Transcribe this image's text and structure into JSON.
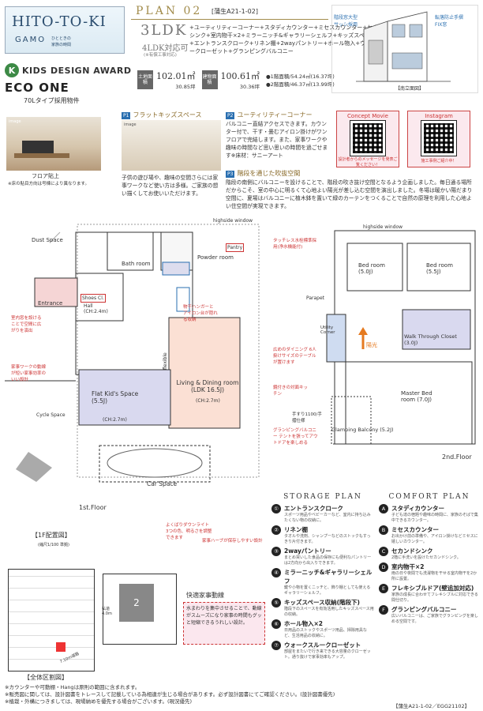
{
  "brand": {
    "title": "HITO-TO-KI",
    "subtitle": "GAMO",
    "tag1": "ひとときの",
    "tag2": "家族の時間"
  },
  "award": {
    "label": "KIDS DESIGN AWARD",
    "badge": "K"
  },
  "ecoone": {
    "title": "ECO ONE",
    "sub": "70Lタイプ採用物件"
  },
  "plan": {
    "title": "PLAN 02",
    "code": "[蒲生A21-1-02]",
    "ldk": "3LDK",
    "ldk_alt": "4LDK対応可",
    "ldk_note": "(※有償工事対応)"
  },
  "features": "+ユーティリティーコーナー+スタディカウンター+ミセスカウンター+セカンドシンク+室内物干×2+ミラーニッチ&ギャラリーシェルフ+キッズスペース収納+エントランスクローク+リネン棚+2wayパントリー+ホール物入+ウォークスルークローゼット+グランピングバルコニー",
  "areas": {
    "land_label": "土地面積",
    "land_m2": "102.01㎡",
    "land_tsubo": "30.85坪",
    "bldg_label": "建物面積",
    "bldg_m2": "100.61㎡",
    "bldg_tsubo": "30.36坪",
    "f1": "●1階面積/54.24㎡(16.37坪)",
    "f2": "●2階面積/46.37㎡(13.99坪)"
  },
  "facade": {
    "caption": "【南立面図】",
    "note1": "階段窓大型サッシ採用",
    "note2": "転落防止手摺 FIX窓"
  },
  "image_label": "image",
  "floor_photo": {
    "caption": "フロア貼上",
    "note": "※床の貼目方向は号棟により異なります。"
  },
  "p1": {
    "badge": "P1",
    "title": "フラットキッズスペース",
    "text": "子供の遊び場や、趣味の空間さらには家事ワークなど使い方は多様。ご家族の想い描くしてお使いいただけます。"
  },
  "p2": {
    "badge": "P2",
    "title": "ユーティリティーコーナー",
    "text": "バルコニー直結アクセスできます。カウンター付で、干す・畳むアイロン掛けがワンフロアで完結します。また、家事ワークや趣味の時間など思い思いの時間を過ごせます※床材：サニーアート"
  },
  "p3": {
    "badge": "P3",
    "title": "階段を通じた吹抜空間",
    "text": "階段の南側にバルコニーを設けることで、階段の吹き抜け空間となるよう企画しました。毎日通る場所だからこそ、室の中心に明るくて心地よい陽光が差し込む空間を演出しました。冬場は暖かい陽だまり空間に、夏場はバルコニーに植木鉢を置いて緑のカーテンをつくることで自然の原理を利用した心地よい住空間が実現できます。"
  },
  "concept": {
    "title": "Concept Movie",
    "text": "設計者からのメッセージを発表ご覧ください！"
  },
  "instagram": {
    "title": "Instagram",
    "text": "施工事例ご紹介中！"
  },
  "floor1": {
    "label": "1st.Floor",
    "rooms": {
      "dust": "Dust Space",
      "bath": "Bath room",
      "powder": "Powder room",
      "pantry": "Pantry",
      "entrance": "Entrance",
      "hall": "Hall (CH:2.4m)",
      "ldk": "Living & Dining room (LDK 16.5J)",
      "ldk_ch": "(CH:2.7m)",
      "kids": "Flat Kid's Space (5.5J)",
      "kids_ch": "(CH:2.7m)",
      "car": "Car Space",
      "cycle": "Cycle Space",
      "shoes": "Shoes Cl."
    },
    "notes": [
      "タッチレス水栓標準採用(浄水機能付)",
      "室内窓を設けることで空間に広がりを演出",
      "広めのダイニング 6人掛けサイズのテーブルが置けます",
      "鏡付きの対面キッチン",
      "家事ワークの動線が短い家事効率のいい設計",
      "よくばりダウンライト 3つの色、明るさを調整できます",
      "物干ハンガーとアイロン台が隠れる収納",
      "家事ハーブが保存しやすい設計"
    ],
    "highside": "highside window",
    "flexible": "flexible"
  },
  "floor2": {
    "label": "2nd.Floor",
    "rooms": {
      "bed1": "Bed room (5.0J)",
      "bed2": "Bed room (5.5J)",
      "master": "Master Bed room (7.0J)",
      "wic": "Walk Through Closet (3.0J)",
      "balcony": "Glamping Balcony (5.2J)",
      "parapet": "Parapet",
      "utility": "Utility Corner"
    },
    "highside": "highside window",
    "notes": [
      "グランピングバルコニー テントを張ってアウトドアを楽しめる",
      "手すり1100/手摺仕様"
    ],
    "sun": "陽光"
  },
  "storage": {
    "title": "STORAGE PLAN",
    "items": [
      {
        "n": "①",
        "name": "エントランスクローク",
        "desc": "スポーツ用品やベビーカーなど、室内に持ち込みたくない物の収納に。"
      },
      {
        "n": "②",
        "name": "リネン棚",
        "desc": "タオルや洗剤、シャンプーなどのストックもすっきり片付きます。"
      },
      {
        "n": "③",
        "name": "2wayパントリー",
        "desc": "まとめ買いした食品の保存にも便利なパントリーは2方向から出入りできます。"
      },
      {
        "n": "④",
        "name": "ミラーニッチ&ギャラリーシェルフ",
        "desc": "鍵や小物を置くニッチと、飾り棚としても使えるギャラリーシェルフ。"
      },
      {
        "n": "⑤",
        "name": "キッズスペース収納(階段下)",
        "desc": "階段下のスペースを有効活用したキッズスペース用の収納。"
      },
      {
        "n": "⑥",
        "name": "ホール物入×2",
        "desc": "日用品のストックやスポーツ用品、掃除用具など、生活用品の収納に。"
      },
      {
        "n": "⑦",
        "name": "ウォークスルークローゼット",
        "desc": "部屋をまたいで行き来できる大容量のクローゼット。通り抜けで家事効率もアップ。"
      }
    ]
  },
  "comfort": {
    "title": "COMFORT PLAN",
    "items": [
      {
        "n": "A",
        "name": "スタディカウンター",
        "desc": "子ども達の宿題や趣味の時間に、家族のそばで集中できるカウンター。"
      },
      {
        "n": "B",
        "name": "ミセスカウンター",
        "desc": "お出かけ前の準備や、アイロン掛けなどミセスに嬉しいカウンター。"
      },
      {
        "n": "C",
        "name": "セカンドシンク",
        "desc": "2階に手洗いを設けたセカンドシンク。"
      },
      {
        "n": "D",
        "name": "室内物干×2",
        "desc": "雨の日や夜間でも洗濯物を干せる室内物干を2か所に設置。"
      },
      {
        "n": "E",
        "name": "フレキシブルドア(壁追加対応)",
        "desc": "家族の成長に合わせてフレキシブルに対応できる間仕切り。"
      },
      {
        "n": "F",
        "name": "グランピングバルコニー",
        "desc": "広いバルコニーは、ご家族でグランピングを楽しめる空間です。"
      }
    ]
  },
  "chart_note": {
    "title": "快適家事動線",
    "text": "水まわりを集中させることで、動線がスムーズになり家事の時間もグッと短縮できるうれしい設計。"
  },
  "siteplan": {
    "title": "【1F配置図】",
    "scale": "(縮尺1/100 準拠)",
    "lot": "2",
    "road": "私道 4.0m"
  },
  "zonemap": {
    "title": "【全体区割図】",
    "road": "7.10m道路"
  },
  "footer": [
    "※カウンターや可動棚・Hangは原則の範囲に含まれます。",
    "※販売図に関しては、設計図書をトレースして記載している為相違が生じる場合があります。必ず設計図書にてご確認ください。(設計図書優先)",
    "※植栽・外構につきましては、現場納めを優先する場合がございます。(現況優先)"
  ],
  "footcode": "【蒲生A21-1-02／EGG21102】"
}
